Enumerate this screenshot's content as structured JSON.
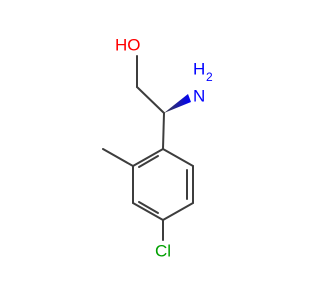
{
  "colors": {
    "bond": "#3d3d3d",
    "oxygen": "#ff0000",
    "nitrogen": "#0000ff",
    "chlorine": "#00a000"
  },
  "atoms": {
    "hydroxyl": "HO",
    "amine_h": "H",
    "amine_n": "N",
    "amine_sub": "2",
    "chloro": "Cl"
  }
}
